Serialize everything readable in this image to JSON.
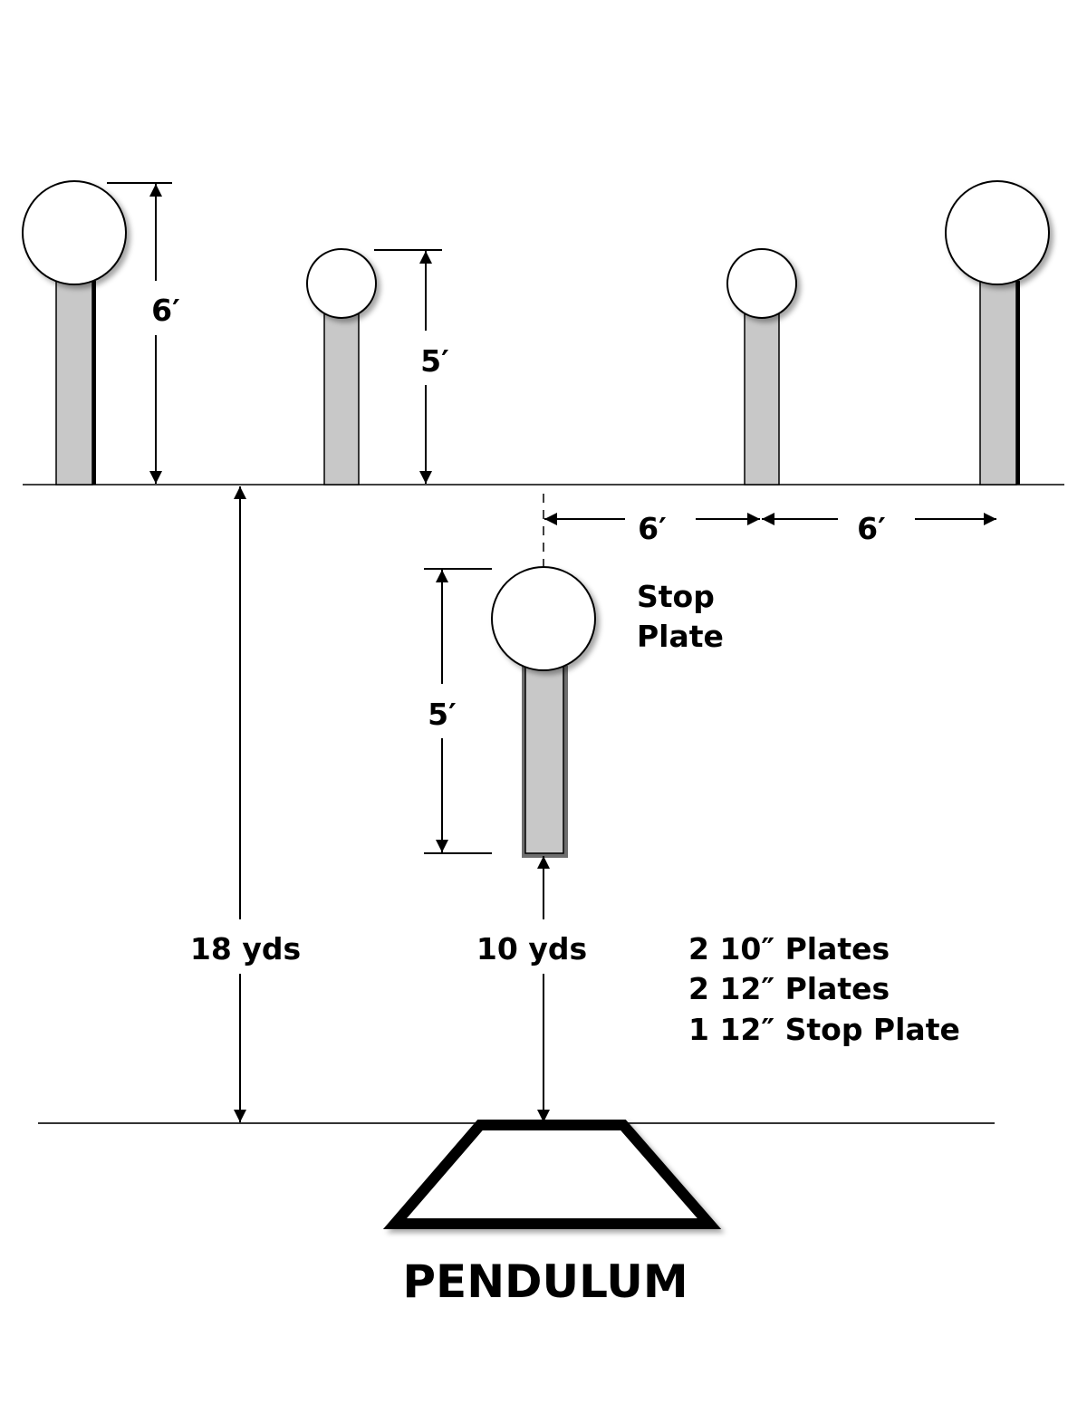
{
  "title": "PENDULUM",
  "dimensions": {
    "outer_plate_height": "6′",
    "inner_plate_height": "5′",
    "spacing_left": "6′",
    "spacing_right": "6′",
    "stop_plate_height": "5′",
    "plate_line_distance": "18 yds",
    "stop_plate_distance": "10 yds"
  },
  "stop_plate_label": [
    "Stop",
    "Plate"
  ],
  "notes": [
    "2 10″ Plates",
    "2 12″ Plates",
    "1 12″ Stop Plate"
  ]
}
